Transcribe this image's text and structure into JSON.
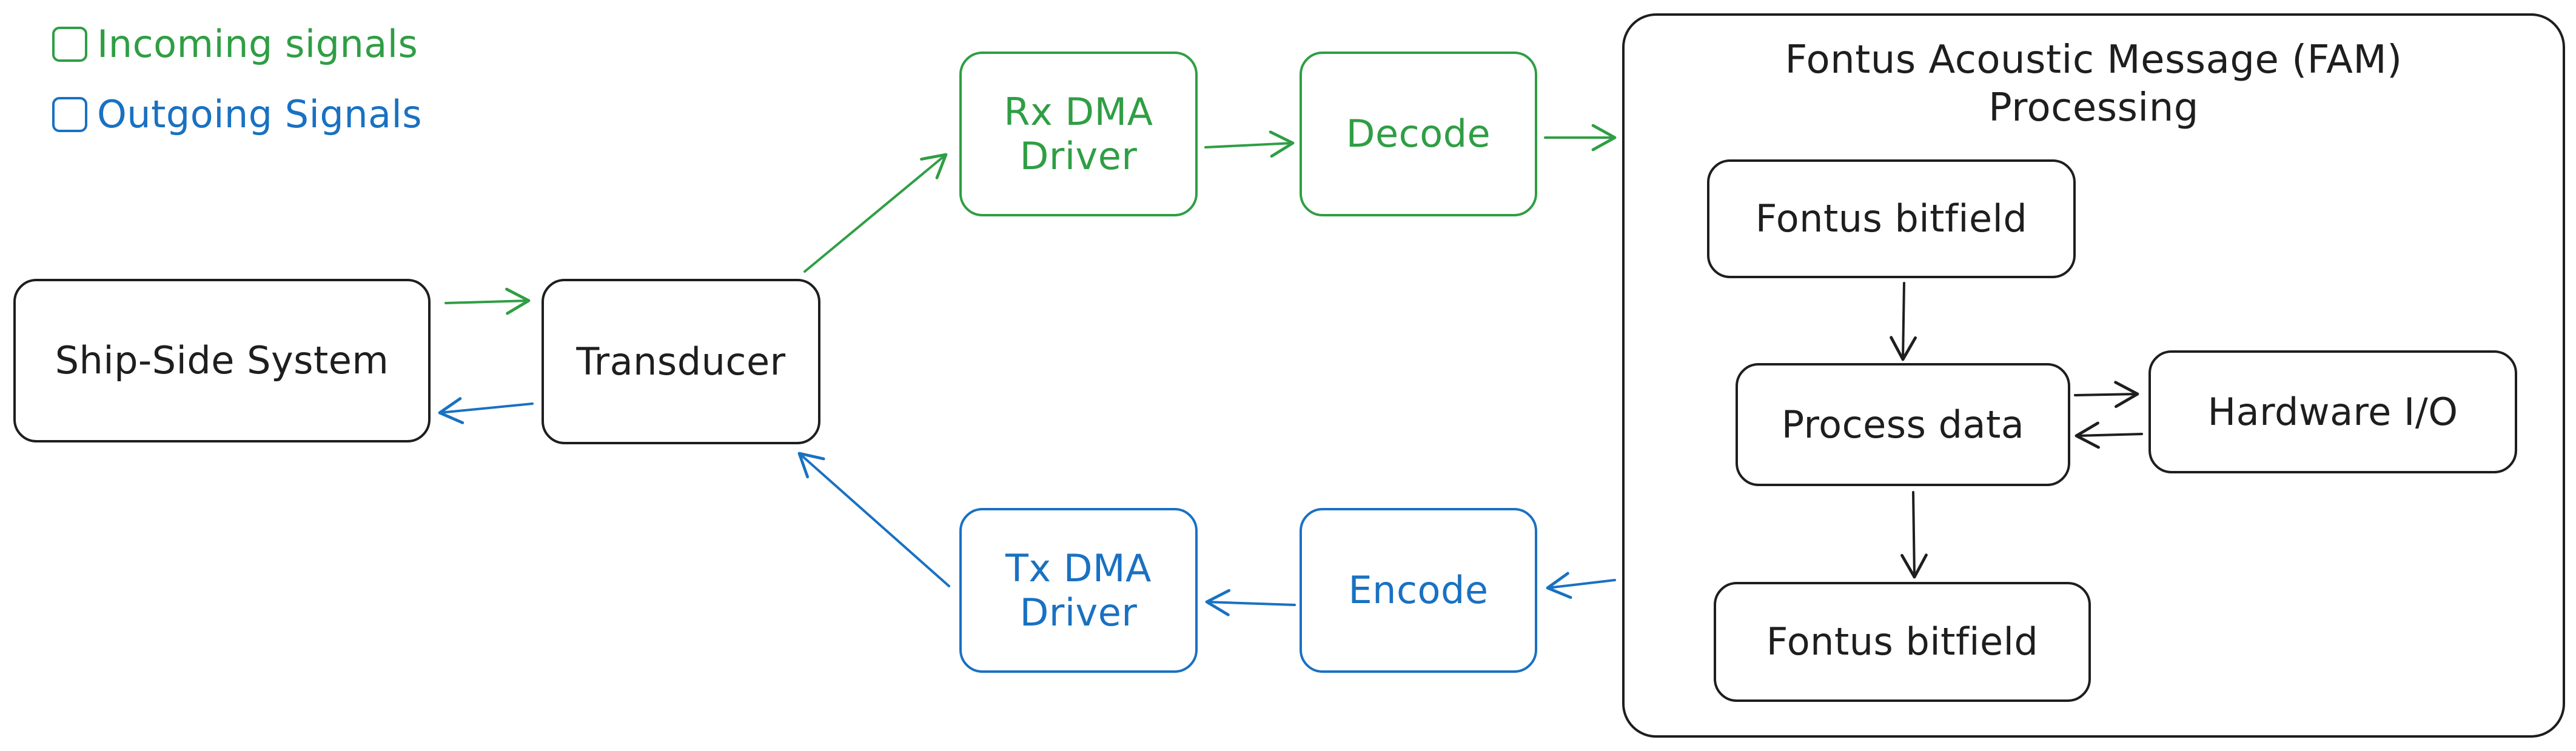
{
  "legend": {
    "incoming_label": "Incoming signals",
    "outgoing_label": "Outgoing Signals",
    "incoming_color": "#2f9e44",
    "outgoing_color": "#1971c2"
  },
  "nodes": {
    "ship_side_system": "Ship-Side System",
    "transducer": "Transducer",
    "rx_dma_driver": "Rx DMA\nDriver",
    "decode": "Decode",
    "tx_dma_driver": "Tx DMA\nDriver",
    "encode": "Encode"
  },
  "fam": {
    "title": "Fontus Acoustic Message (FAM)\nProcessing",
    "fontus_bitfield_in": "Fontus bitfield",
    "process_data": "Process data",
    "hardware_io": "Hardware I/O",
    "fontus_bitfield_out": "Fontus bitfield"
  },
  "colors": {
    "stroke": "#1e1e1e",
    "incoming": "#2f9e44",
    "outgoing": "#1971c2"
  }
}
